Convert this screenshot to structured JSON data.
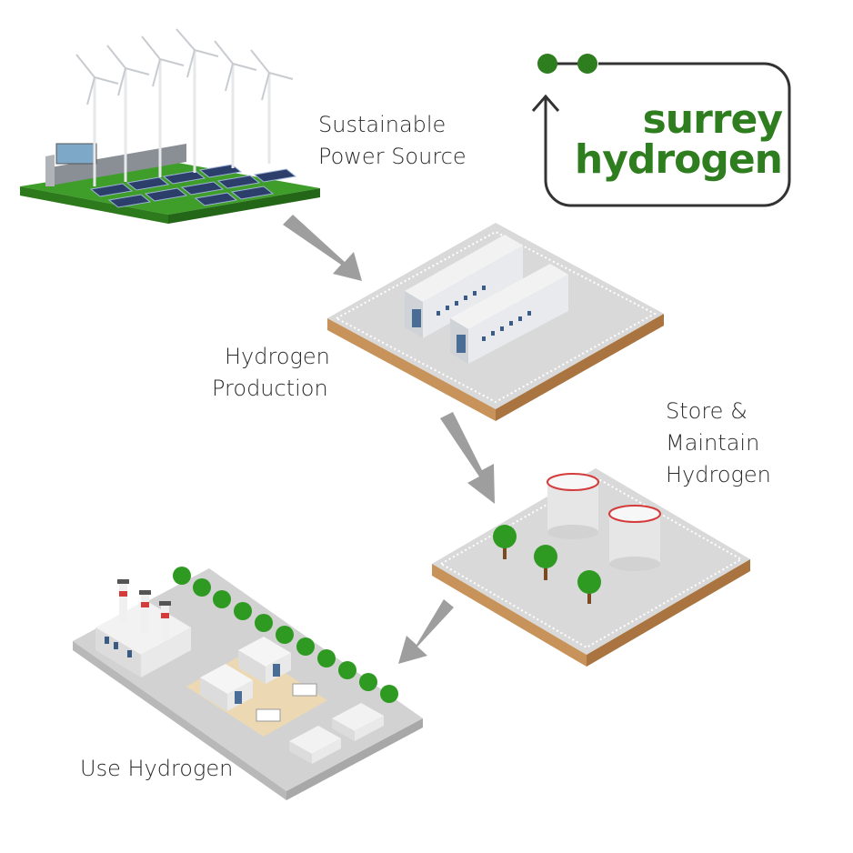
{
  "logo": {
    "line1": "surrey",
    "line2": "hydrogen",
    "brand_color": "#2e7d1f"
  },
  "steps": [
    {
      "lines": [
        "Sustainable",
        "Power Source"
      ]
    },
    {
      "lines": [
        "Hydrogen",
        "Production"
      ]
    },
    {
      "lines": [
        "Store &",
        "Maintain",
        "Hydrogen"
      ]
    },
    {
      "lines": [
        "Use Hydrogen"
      ]
    }
  ],
  "colors": {
    "arrow": "#9e9e9e",
    "grass": "#3f9e2a",
    "tile_top": "#d9d9d9",
    "tile_side": "#c8935a",
    "tree": "#2f9a22"
  }
}
